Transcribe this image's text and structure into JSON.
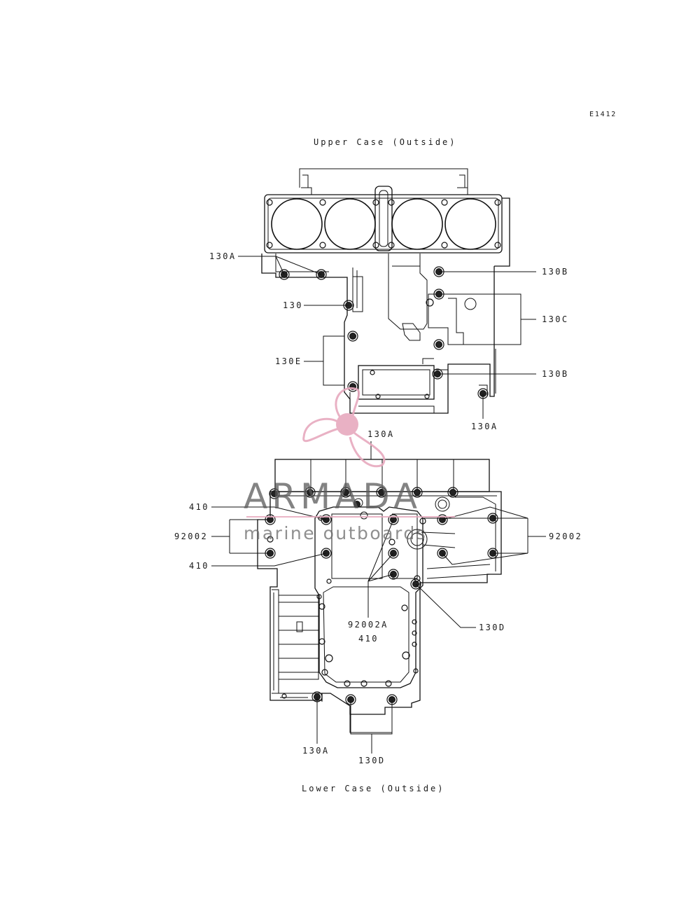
{
  "figure_code": "E1412",
  "titles": {
    "upper": "Upper Case (Outside)",
    "lower": "Lower Case (Outside)"
  },
  "callouts": {
    "upper_130a_left": "130A",
    "upper_130": "130",
    "upper_130e": "130E",
    "upper_130b_top": "130B",
    "upper_130c": "130C",
    "upper_130b_bottom": "130B",
    "upper_130a_right": "130A",
    "lower_130a_top": "130A",
    "lower_410_top": "410",
    "lower_92002_left": "92002",
    "lower_410_bottom": "410",
    "lower_92002_right": "92002",
    "lower_92002a": "92002A",
    "lower_410_center": "410",
    "lower_130d_right": "130D",
    "lower_130a_bottom": "130A",
    "lower_130d_bottom": "130D"
  },
  "watermark": {
    "brand": "ARMADA",
    "tagline": "marine outboards",
    "logo_color": "#e7a9be",
    "text_color": "#5a5a5a"
  }
}
